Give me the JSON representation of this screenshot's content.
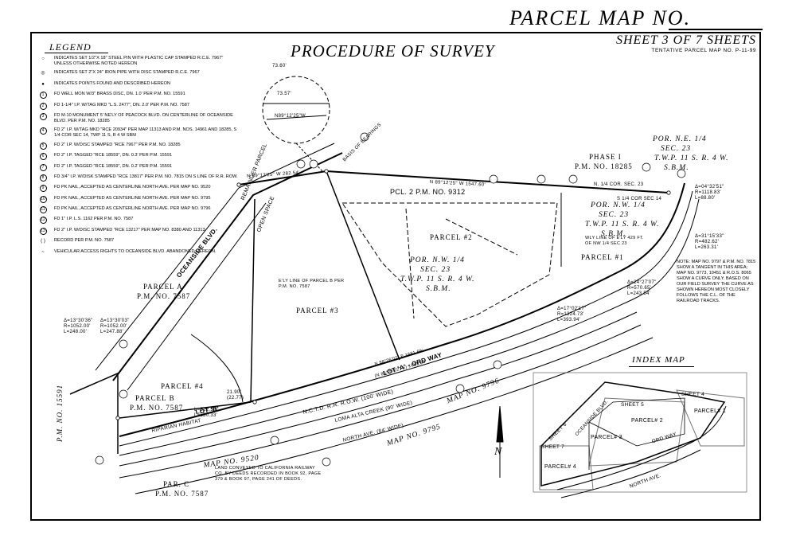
{
  "header": {
    "parcel_map": "PARCEL MAP NO.",
    "heading": "PROCEDURE OF SURVEY",
    "sheet": "SHEET 3 OF 7 SHEETS",
    "tentative": "TENTATIVE PARCEL MAP NO. P-11-99"
  },
  "legend": {
    "title": "LEGEND",
    "items": [
      {
        "symbol": "○",
        "text": "INDICATES SET 1/2\"x 18\" STEEL PIN WITH PLASTIC CAP STAMPED R.C.E. 7967\" UNLESS OTHERWISE NOTED HEREON"
      },
      {
        "symbol": "◎",
        "text": "INDICATES SET 2\"x 24\" IRON PIPE WITH DISC STAMPED R.C.E. 7967"
      },
      {
        "symbol": "●",
        "text": "INDICATES POINTS FOUND AND DESCRIBED HEREON"
      },
      {
        "symbol": "1",
        "text": "FD WELL MON W/3\" BRASS DISC, DN. 1.0' PER P.M. NO. 15591"
      },
      {
        "symbol": "2",
        "text": "FD 1-1/4\" I.P. W/TAG MKD \"L.S. 2477\", DN. 2.0' PER P.M. NO. 7587"
      },
      {
        "symbol": "3",
        "text": "FD M-10 MONUMENT 5' NE'LY OF PEACOCK BLVD. ON CENTERLINE OF OCEANSIDE BLVD. PER P.M. NO. 18285"
      },
      {
        "symbol": "4",
        "text": "FD 2\" I.P. W/TAG MKD \"RCE 20934\" PER MAP 11313 AND P.M. NOS. 14961 AND 18285, S 1/4 COR SEC 14, TWP 11 S, R 4 W SBM"
      },
      {
        "symbol": "5",
        "text": "FD 2\" I.P. W/DISC STAMPED \"RCE 7967\" PER P.M. NO. 18285"
      },
      {
        "symbol": "6",
        "text": "FD 2\" I.P. TAGGED \"RCE 18559\", DN. 0.3' PER P.M. 15591"
      },
      {
        "symbol": "7",
        "text": "FD 2\" I.P. TAGGED \"RCE 18559\", DN. 0.2' PER P.M. 15591"
      },
      {
        "symbol": "8",
        "text": "FD 3/4\" I.P. W/DISK STAMPED \"RCE 13817\" PER P.M. NO. 7815 ON S LINE OF R.R. ROW."
      },
      {
        "symbol": "9",
        "text": "FD PK NAIL, ACCEPTED AS CENTERLINE NORTH AVE. PER MAP NO. 9520"
      },
      {
        "symbol": "10",
        "text": "FD PK NAIL, ACCEPTED AS CENTERLINE NORTH AVE. PER MAP NO. 9795"
      },
      {
        "symbol": "11",
        "text": "FD PK NAIL, ACCEPTED AS CENTERLINE NORTH AVE. PER MAP NO. 9796"
      },
      {
        "symbol": "12",
        "text": "FD 1\" I.P. L.S. 1162 PER P.M. NO. 7587"
      },
      {
        "symbol": "13",
        "text": "FD 2\" I.P. W/DISC STAMPED \"RCE 13217\" PER MAP NO. 8380 AND 11313"
      },
      {
        "symbol": "( )",
        "text": "RECORD PER P.M. NO. 7587"
      },
      {
        "symbol": "~",
        "text": "VEHICULAR ACCESS RIGHTS TO OCEANSIDE BLVD. ABANDONED HEREON."
      }
    ]
  },
  "labels": {
    "pcl2": "PCL. 2 P.M. NO. 9312",
    "phase1": "PHASE I",
    "phase1_pm": "P.M. NO. 18285",
    "por_ne1": "POR. N.E. 1/4",
    "por_ne2": "SEC. 23",
    "por_ne3": "T.W.P. 11 S. R. 4 W.",
    "por_ne4": "S.B.M.",
    "por_nw_a1": "POR. N.W. 1/4",
    "por_nw_a2": "SEC. 23",
    "por_nw_a3": "T.W.P. 11 S. R. 4 W.",
    "por_nw_a4": "S.B.M.",
    "por_nw_b1": "POR. N.W. 1/4",
    "por_nw_b2": "SEC. 23",
    "por_nw_b3": "T.W.P. 11 S. R. 4 W.",
    "por_nw_b4": "S.B.M.",
    "parcel1": "PARCEL #1",
    "parcel2": "PARCEL #2",
    "parcel3": "PARCEL #3",
    "parcel4": "PARCEL #4",
    "parcel_a": "PARCEL A",
    "parcel_a_pm": "P.M. NO. 7587",
    "parcel_b": "PARCEL B",
    "parcel_b_pm": "P.M. NO. 7587",
    "par_c": "PAR. C",
    "par_c_pm": "P.M. NO. 7587",
    "remainder": "REMAINDER PARCEL",
    "open_space": "OPEN SPACE",
    "oceanside": "OCEANSIDE BLVD.",
    "lot_a": "LOT 'A' - ORD WAY",
    "lot_b": "LOT 'B'",
    "riparian": "RIPARIAN HABITAT",
    "nctd": "N.C.T.D. R.R. R.O.W. (100' WIDE)",
    "loma": "LOMA ALTA CREEK (90' WIDE)",
    "north_ave": "NORTH AVE. (84' WIDE)",
    "map9795": "MAP NO. 9795",
    "map9796": "MAP NO. 9796",
    "map9520": "MAP NO. 9520",
    "pm15591": "P.M. NO. 15591",
    "bearing_basis": "BASIS OF BEARINGS",
    "bearing1": "N 89°12'25\" W 282.54'",
    "bearing2": "N 89°12'25\" W 1547.60'",
    "quarter": "N. 1/4 COR. SEC. 23",
    "s14": "S 1/4 COR SEC 14",
    "wly_line": "WLY LINE OF E'LY 429 FT. OF NW 1/4 SEC 23",
    "ely_line": "E'LY LINE OF PARCEL B PER P.M. NO. 7587",
    "curve1a": "Δ=04°32'51\"",
    "curve1b": "R=1118.83'",
    "curve1c": "L=88.80'",
    "curve2a": "Δ=31°15'33\"",
    "curve2b": "R=482.62'",
    "curve2c": "L=263.31'",
    "curve3a": "Δ=24°27'07\"",
    "curve3b": "R=570.65'",
    "curve3c": "L=243.54'",
    "curve4a": "Δ=17°02'17\"",
    "curve4b": "R=1324.73'",
    "curve4c": "L=393.94'",
    "curve5a": "Δ=13°30'36\"",
    "curve5b": "R=1052.00'",
    "curve5c": "L=248.00'",
    "curve6a": "Δ=13°30'03\"",
    "curve6b": "R=1052.00'",
    "curve6c": "L=247.88'",
    "ord1": "N 88°26'02\" E 1681.69'",
    "ord2": "(N 88°26'02\" E) 1681.50'",
    "dist1": "21.90'",
    "dist2": "(22.77)",
    "l1": "L=522.53'",
    "l2": "L=530.33'",
    "inset1": "73.60'",
    "inset2": "73.57'",
    "inset3": "N89°12'25\"W",
    "land_conveyed": "LAND CONVEYED TO CALIFORNIA RAILWAY CO. BY DEEDS RECORDED IN BOOK 92, PAGE 379 & BOOK 97, PAGE 241 OF DEEDS."
  },
  "note": "NOTE: MAP NO. 9797 & P.M. NO. 7815 SHOW A TANGENT IN THIS AREA; MAP NO. 9773, 10451 & R.O.S. 8065 SHOW A CURVE ONLY. BASED ON OUR FIELD SURVEY THE CURVE AS SHOWN HEREON MOST CLOSELY FOLLOWS THE C.L. OF THE RAILROAD TRACKS.",
  "index_map": {
    "title": "INDEX MAP",
    "sheet4": "SHEET 4",
    "sheet5": "SHEET 5",
    "sheet6": "SHEET 6",
    "sheet7": "SHEET 7",
    "p1": "PARCEL# 1",
    "p2": "PARCEL# 2",
    "p3": "PARCEL# 3",
    "p4": "PARCEL# 4",
    "ord": "ORD WAY",
    "north": "NORTH AVE.",
    "ocean": "OCEANSIDE BLVD."
  },
  "north_arrow": "N"
}
